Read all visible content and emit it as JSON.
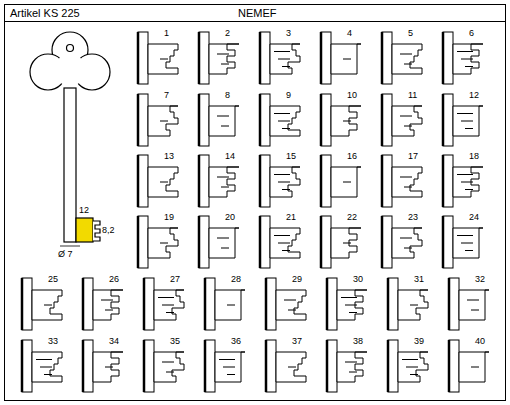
{
  "diagram": {
    "labels": [
      "Artikel KS 225",
      "NEMEF",
      "12",
      "8,2",
      "Ø 7",
      "1",
      "2",
      "3",
      "4",
      "5",
      "6",
      "7",
      "8",
      "9",
      "10",
      "11",
      "12",
      "13",
      "14",
      "15",
      "16",
      "17",
      "18",
      "19",
      "20",
      "21",
      "22",
      "23",
      "24",
      "25",
      "26",
      "27",
      "28",
      "29",
      "30",
      "31",
      "32",
      "33",
      "34",
      "35",
      "36",
      "37",
      "38",
      "39",
      "40"
    ]
  }
}
